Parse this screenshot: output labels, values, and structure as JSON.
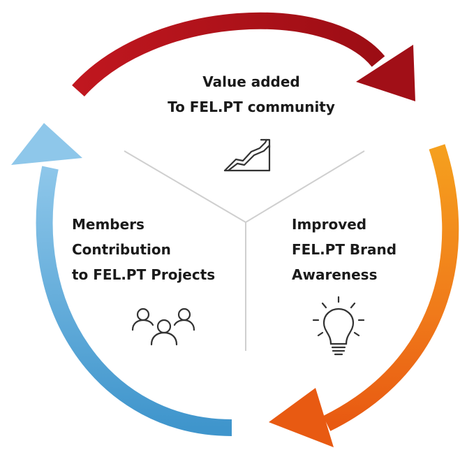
{
  "segments": {
    "top": {
      "lines": [
        "Value added",
        "To FEL.PT community"
      ],
      "icon": "growth-chart-icon"
    },
    "left": {
      "lines": [
        "Members",
        "Contribution",
        "to FEL.PT Projects"
      ],
      "icon": "people-group-icon"
    },
    "right": {
      "lines": [
        "Improved",
        "FEL.PT Brand",
        "Awareness"
      ],
      "icon": "lightbulb-icon"
    }
  },
  "colors": {
    "arrow_top": "#b5121b",
    "arrow_right": "#f07a1a",
    "arrow_left": "#6bb1de",
    "divider": "#cfcfcf",
    "icon": "#333333",
    "text": "#1a1a1a"
  }
}
